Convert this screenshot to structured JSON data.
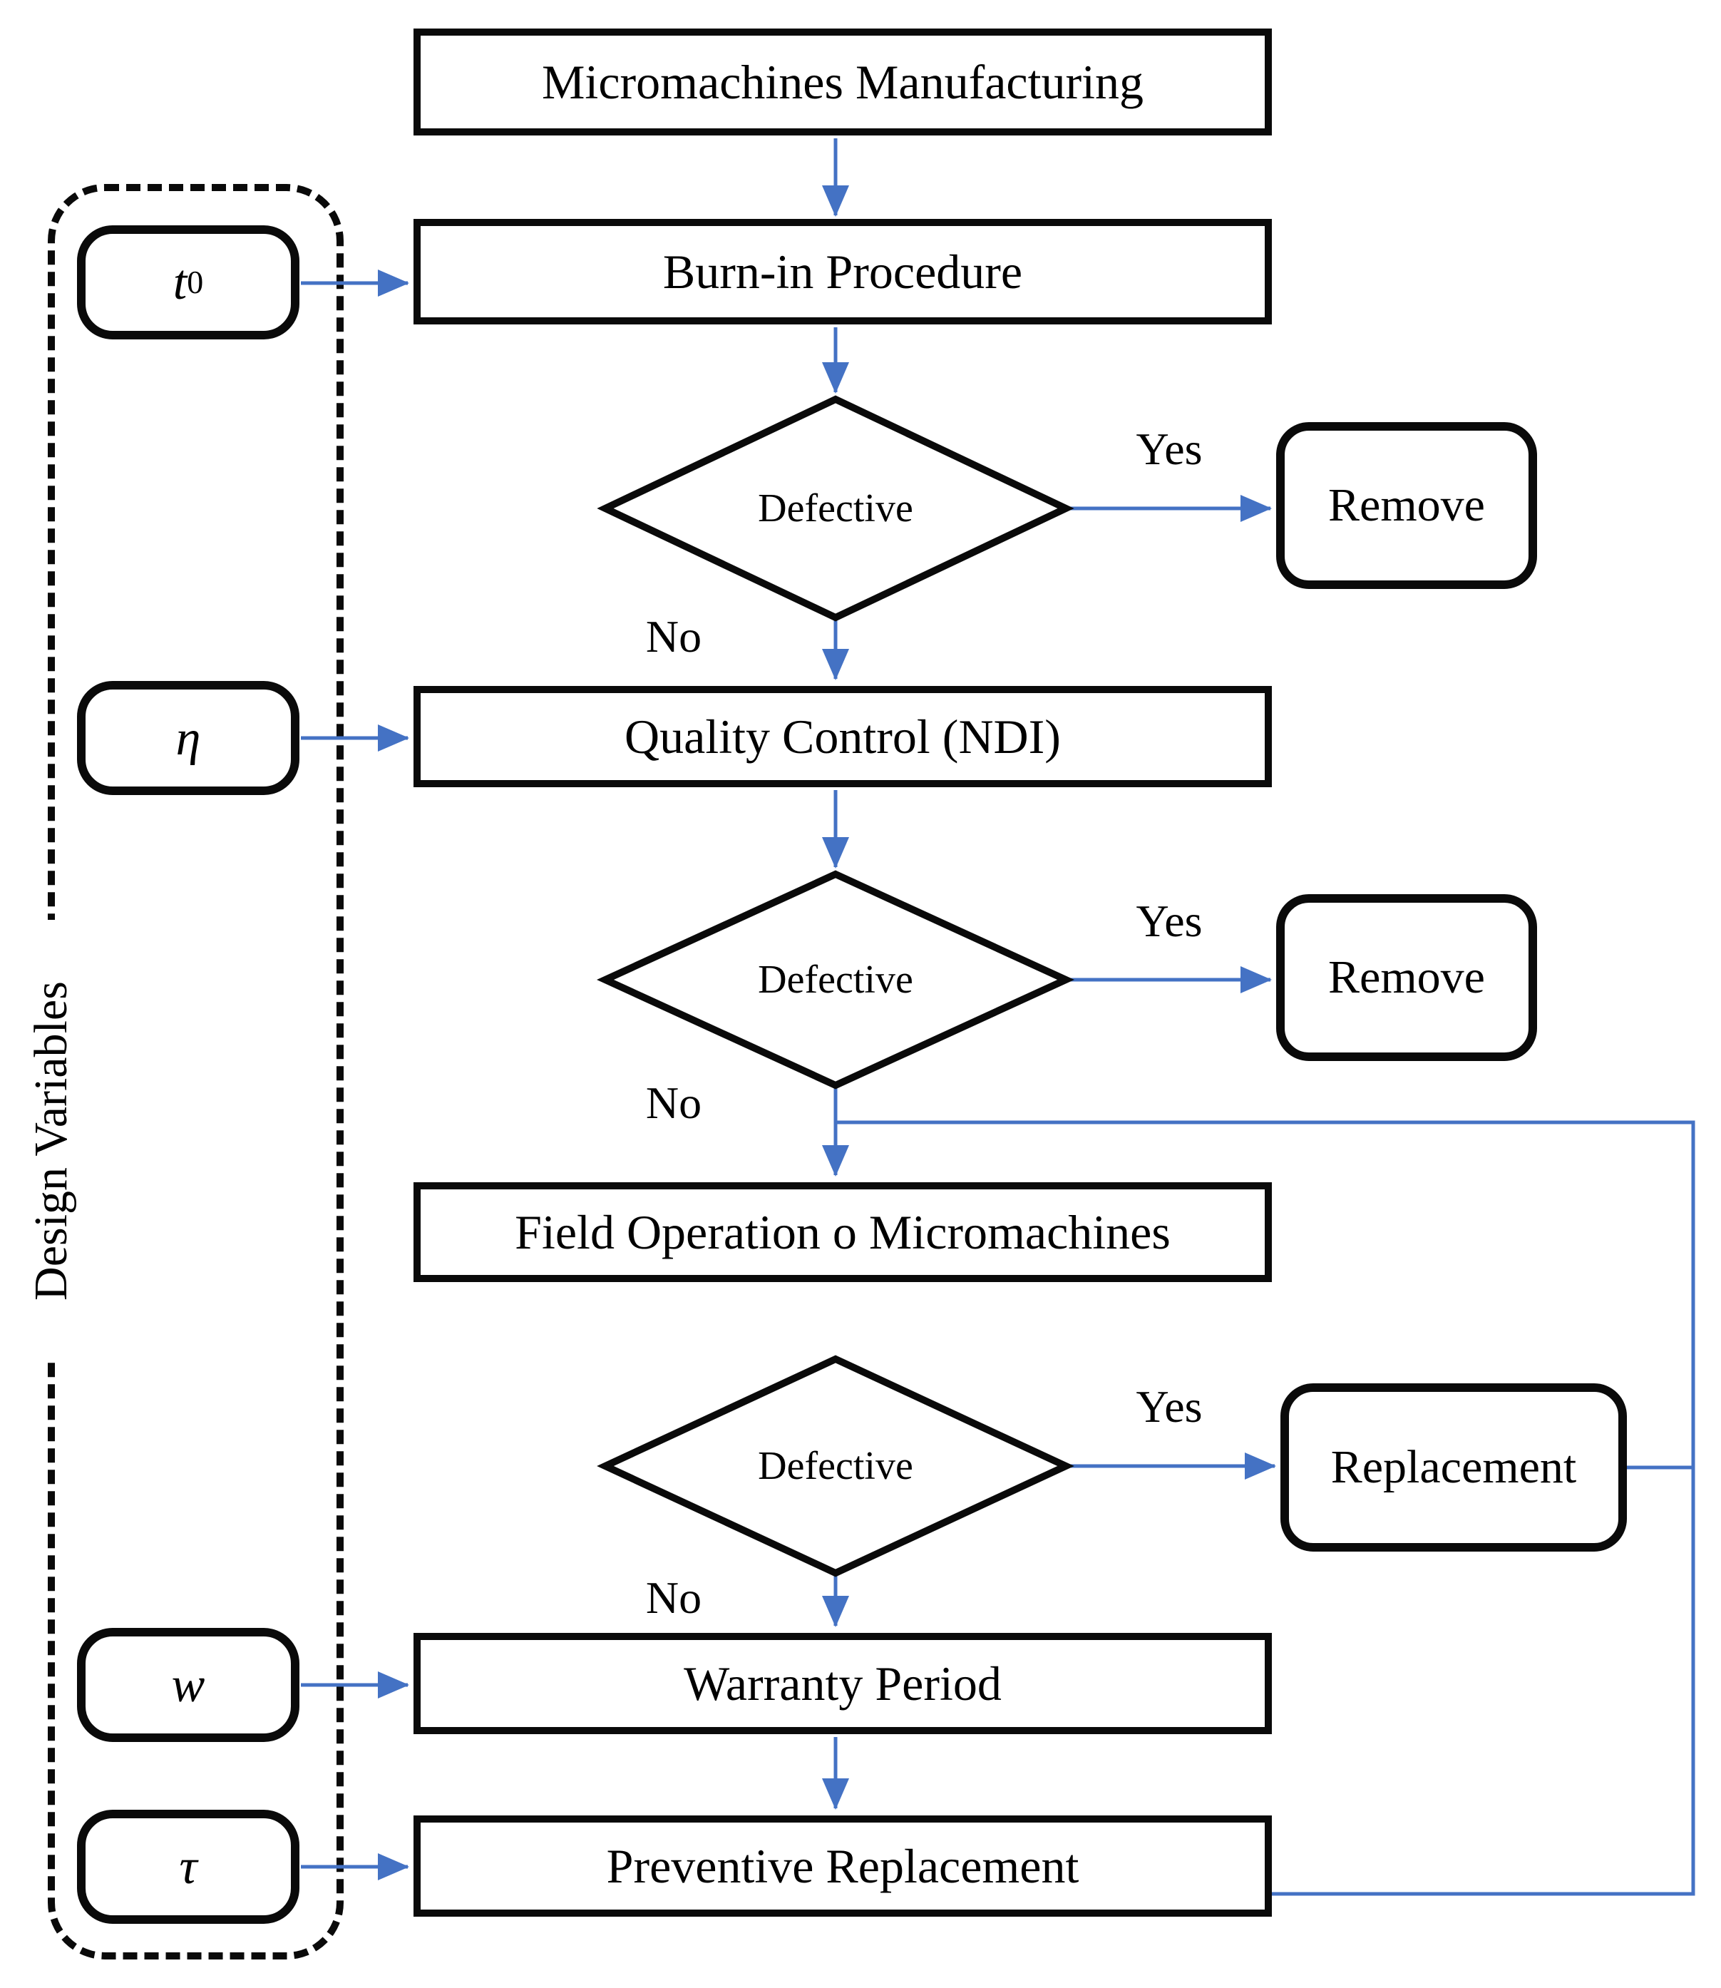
{
  "diagram": {
    "group_title": "Design Variables",
    "nodes": {
      "manufacturing": "Micromachines Manufacturing",
      "burn_in": "Burn-in Procedure",
      "quality_control": "Quality Control (NDI)",
      "field_operation": "Field Operation o Micromachines",
      "warranty_period": "Warranty Period",
      "preventive_replacement": "Preventive Replacement",
      "remove_1": "Remove",
      "remove_2": "Remove",
      "replacement": "Replacement"
    },
    "decisions": [
      {
        "label": "Defective",
        "yes_label": "Yes",
        "no_label": "No"
      },
      {
        "label": "Defective",
        "yes_label": "Yes",
        "no_label": "No"
      },
      {
        "label": "Defective",
        "yes_label": "Yes",
        "no_label": "No"
      }
    ],
    "design_variables": [
      {
        "symbol": "t",
        "subscript": "0"
      },
      {
        "symbol": "η",
        "subscript": ""
      },
      {
        "symbol": "w",
        "subscript": ""
      },
      {
        "symbol": "τ",
        "subscript": ""
      }
    ],
    "colors": {
      "connector": "#4472C4",
      "shape_border": "#0a0a0a",
      "background": "#ffffff"
    }
  }
}
